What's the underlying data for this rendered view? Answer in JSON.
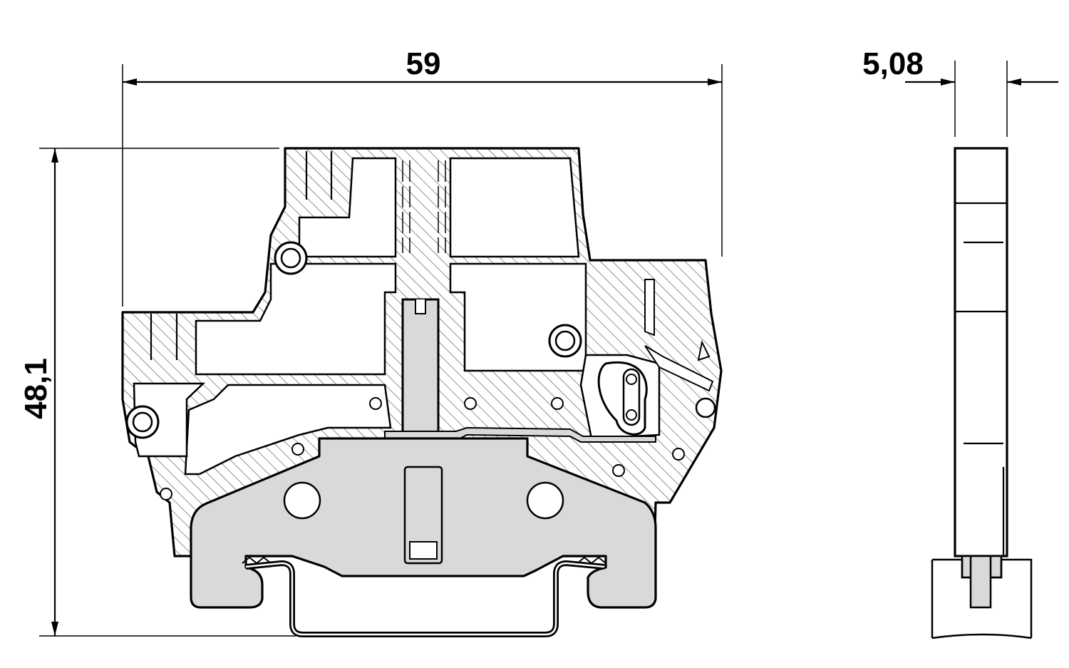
{
  "dimensions": {
    "width_label": "59",
    "height_label": "48,1",
    "thickness_label": "5,08"
  },
  "colors": {
    "line": "#000000",
    "hatch": "#555555",
    "gray_fill": "#d9d9d9",
    "background": "#ffffff"
  }
}
